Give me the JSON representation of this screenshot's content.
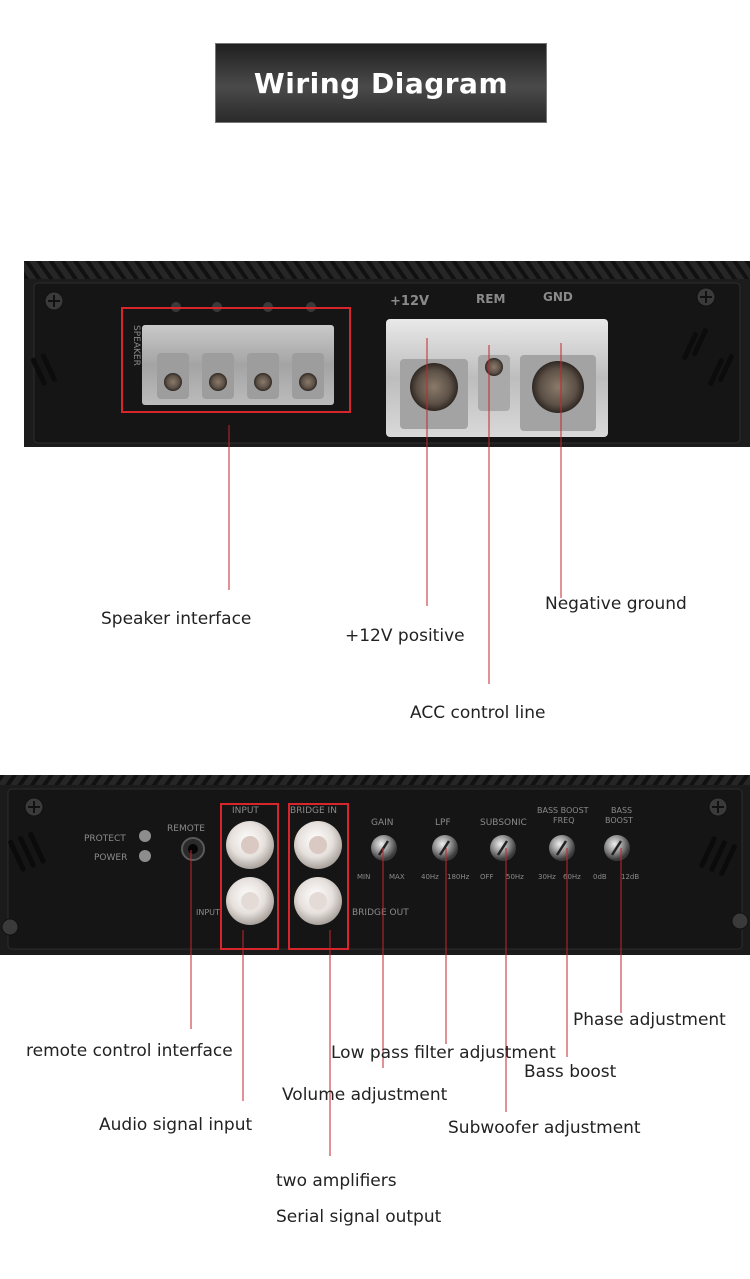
{
  "title": "Wiring Diagram",
  "panel_top": {
    "speaker_label": "SPEAKER",
    "power_label": "+12V",
    "rem_label": "REM",
    "gnd_label": "GND"
  },
  "panel_bottom": {
    "protect_label": "PROTECT",
    "power_label": "POWER",
    "remote_label": "REMOTE",
    "input_label": "INPUT",
    "bridge_in_label": "BRIDGE IN",
    "bridge_out_label": "BRIDGE OUT",
    "input_small_label": "INPUT",
    "gain_label": "GAIN",
    "gain_min": "MIN",
    "gain_max": "MAX",
    "lpf_label": "LPF",
    "lpf_min": "40Hz",
    "lpf_max": "180Hz",
    "subsonic_label": "SUBSONIC",
    "subsonic_min": "OFF",
    "subsonic_max": "50Hz",
    "bass_freq_label_1": "BASS BOOST",
    "bass_freq_label_2": "FREQ",
    "bass_freq_min": "30Hz",
    "bass_freq_max": "60Hz",
    "bass_boost_label_1": "BASS",
    "bass_boost_label_2": "BOOST",
    "bass_boost_min": "0dB",
    "bass_boost_max": "12dB"
  },
  "callouts_top": {
    "speaker_interface": "Speaker interface",
    "positive_12v": "+12V positive",
    "acc_control_line": "ACC control line",
    "negative_ground": "Negative ground"
  },
  "callouts_bottom": {
    "remote_control_interface": "remote control interface",
    "audio_signal_input": "Audio signal input",
    "two_amplifiers": "two amplifiers",
    "serial_signal_output": "Serial signal output",
    "volume_adjustment": "Volume adjustment",
    "low_pass_filter_adjustment": "Low pass filter adjustment",
    "subwoofer_adjustment": "Subwoofer adjustment",
    "bass_boost": "Bass boost",
    "phase_adjustment": "Phase adjustment"
  },
  "colors": {
    "highlight": "#d7262b",
    "panel": "#1b1b1b"
  }
}
